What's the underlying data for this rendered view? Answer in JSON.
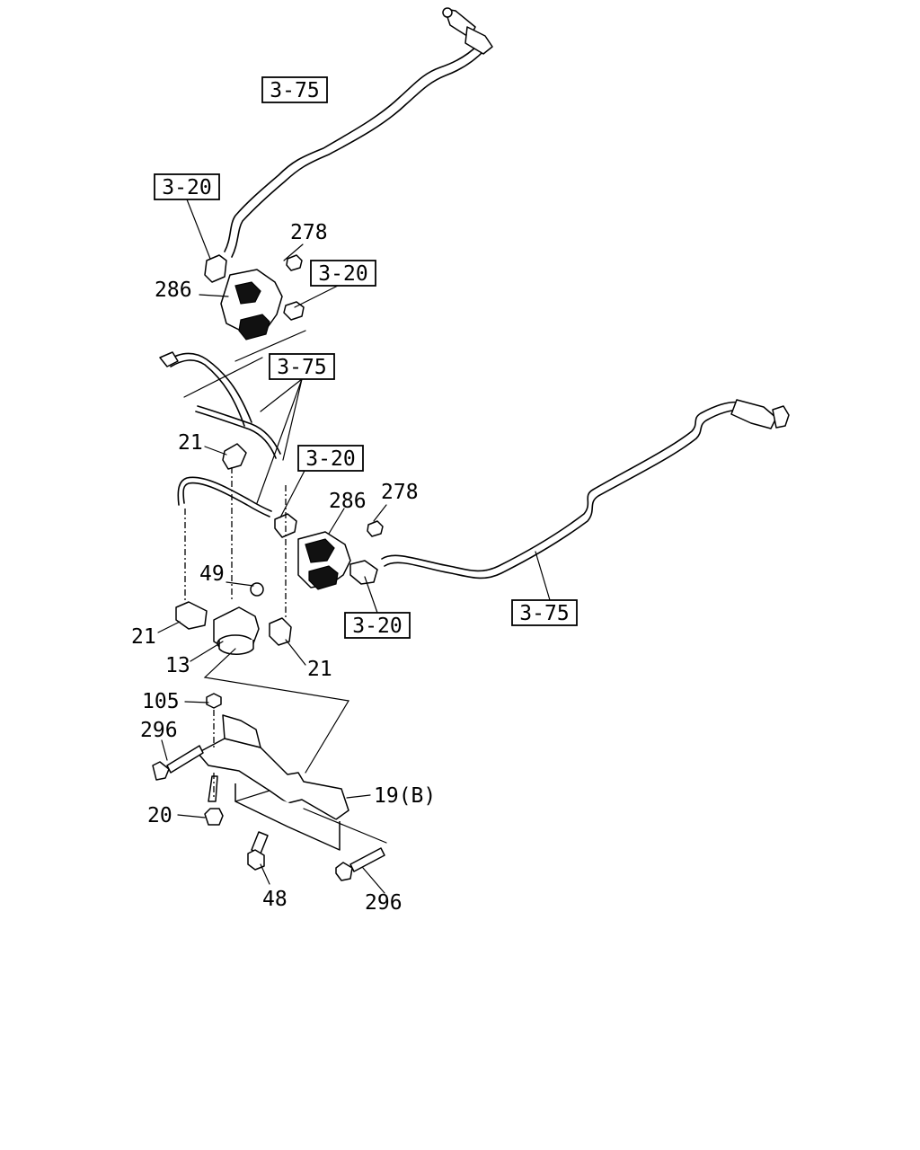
{
  "refs": {
    "r1": "3-75",
    "r2": "3-20",
    "r3": "3-20",
    "r4": "3-75",
    "r5": "3-20",
    "r6": "3-75",
    "r7": "3-20"
  },
  "parts": {
    "p278a": "278",
    "p286a": "286",
    "p21a": "21",
    "p286b": "286",
    "p278b": "278",
    "p49": "49",
    "p21b": "21",
    "p13": "13",
    "p21c": "21",
    "p105": "105",
    "p296a": "296",
    "p19b": "19(B)",
    "p20": "20",
    "p48": "48",
    "p296b": "296"
  }
}
